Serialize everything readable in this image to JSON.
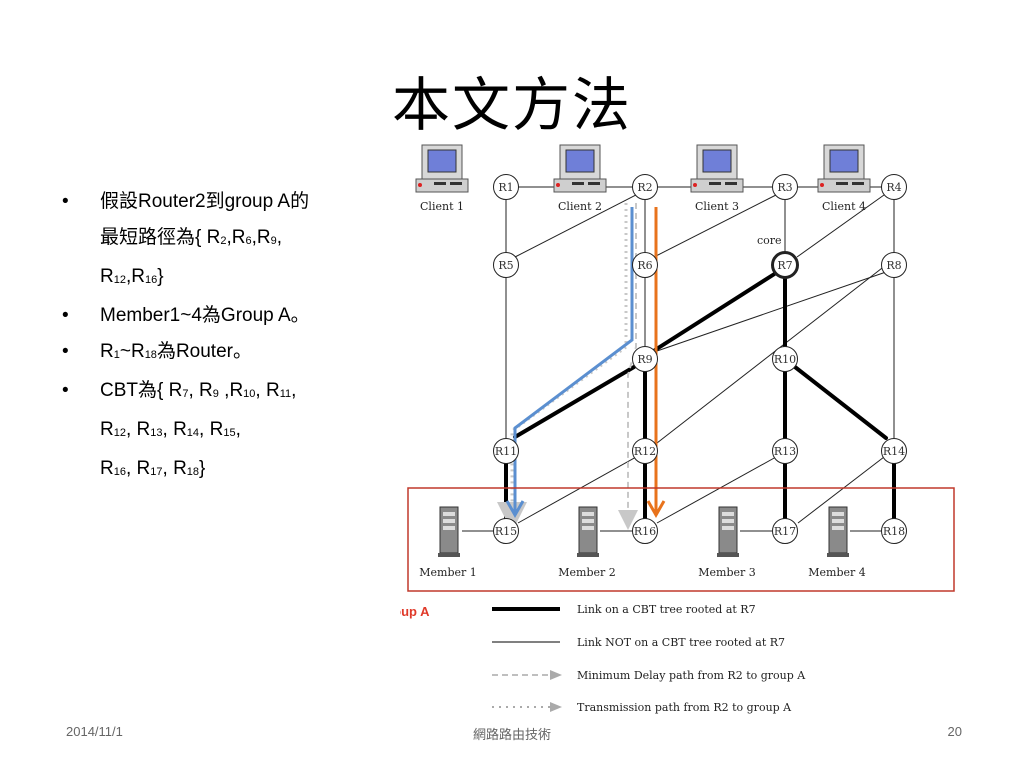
{
  "slide": {
    "title": "本文方法",
    "bullets": [
      {
        "lines": [
          "假設Router2到group A的",
          "最短路徑為{ R<sub>2</sub>,R<sub>6</sub>,R<sub>9</sub>,",
          "R<sub>12</sub>,R<sub>16</sub>}"
        ]
      },
      {
        "lines": [
          "Member1~4為Group A。"
        ]
      },
      {
        "lines": [
          "R<sub>1</sub>~R<sub>18</sub>為Router。"
        ]
      },
      {
        "lines": [
          "CBT為{ R<sub>7</sub>, R<sub>9</sub> ,R<sub>10</sub>, R<sub>11</sub>,",
          "R<sub>12</sub>, R<sub>13</sub>, R<sub>14</sub>, R<sub>15</sub>,",
          "R<sub>16</sub>, R<sub>17</sub>, R<sub>18</sub>}"
        ]
      }
    ],
    "bullet_symbol": "•",
    "footer": {
      "date": "2014/11/1",
      "center": "網路路由技術",
      "page": "20"
    }
  },
  "diagram": {
    "routers": [
      "R1",
      "R2",
      "R3",
      "R4",
      "R5",
      "R6",
      "R7",
      "R8",
      "R9",
      "R10",
      "R11",
      "R12",
      "R13",
      "R14",
      "R15",
      "R16",
      "R17",
      "R18"
    ],
    "core_label": "core",
    "clients": [
      "Client 1",
      "Client 2",
      "Client 3",
      "Client 4"
    ],
    "members": [
      "Member 1",
      "Member 2",
      "Member 3",
      "Member 4"
    ],
    "group_label": "Group A",
    "legend": [
      "Link on a CBT tree rooted at R7",
      "Link NOT on a CBT tree rooted at R7",
      "Minimum Delay path from R2 to group A",
      "Transmission path from R2 to group A"
    ],
    "colors": {
      "blue_arrow": "#5b8fd0",
      "orange_arrow": "#e8731c",
      "group_box": "#c0392b"
    }
  }
}
